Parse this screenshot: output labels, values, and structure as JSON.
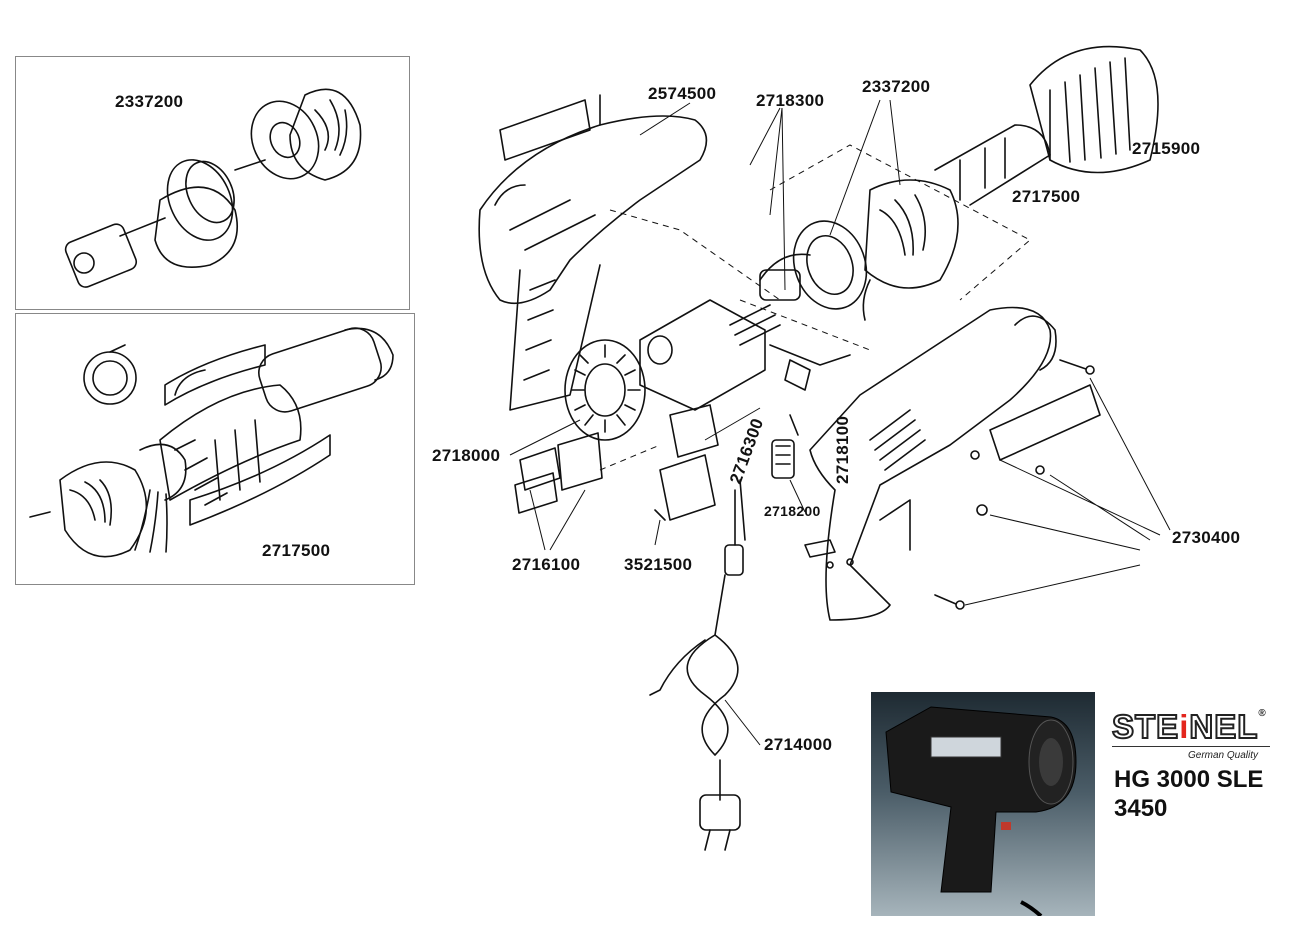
{
  "parts": {
    "inset1_part": "2337200",
    "inset2_part": "2717500",
    "p2574500": "2574500",
    "p2718300": "2718300",
    "p2337200": "2337200",
    "p2715900": "2715900",
    "p2717500": "2717500",
    "p2718000": "2718000",
    "p2716300": "2716300",
    "p2718100": "2718100",
    "p2718200": "2718200",
    "p2716100": "2716100",
    "p3521500": "3521500",
    "p2730400": "2730400",
    "p2714000": "2714000"
  },
  "brand": {
    "name_pre": "STE",
    "name_dot": "i",
    "name_post": "NEL",
    "registered": "®",
    "tagline": "German Quality",
    "model": "HG 3000 SLE",
    "model_number": "3450",
    "accent_color": "#e3261d"
  }
}
